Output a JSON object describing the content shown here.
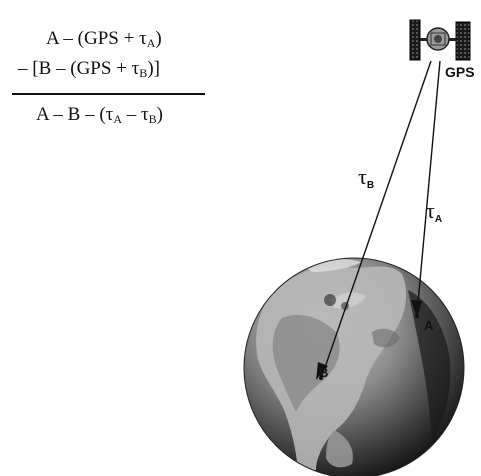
{
  "equation": {
    "line1": {
      "prefix": "A – (GPS + τ",
      "sub": "A",
      "suffix": ")"
    },
    "line2": {
      "prefix": "– [B – (GPS + τ",
      "sub": "B",
      "suffix": ")]"
    },
    "result": {
      "part1": "A – B – (τ",
      "sub1": "A",
      "part2": " – τ",
      "sub2": "B",
      "suffix": ")"
    }
  },
  "satellite_label": "GPS",
  "receiver_a": "A",
  "receiver_b": "B",
  "tau_b": {
    "symbol": "τ",
    "sub": "B"
  },
  "tau_a": {
    "symbol": "τ",
    "sub": "A"
  },
  "icons": {
    "satellite": "satellite-icon",
    "earth": "globe-earth"
  }
}
